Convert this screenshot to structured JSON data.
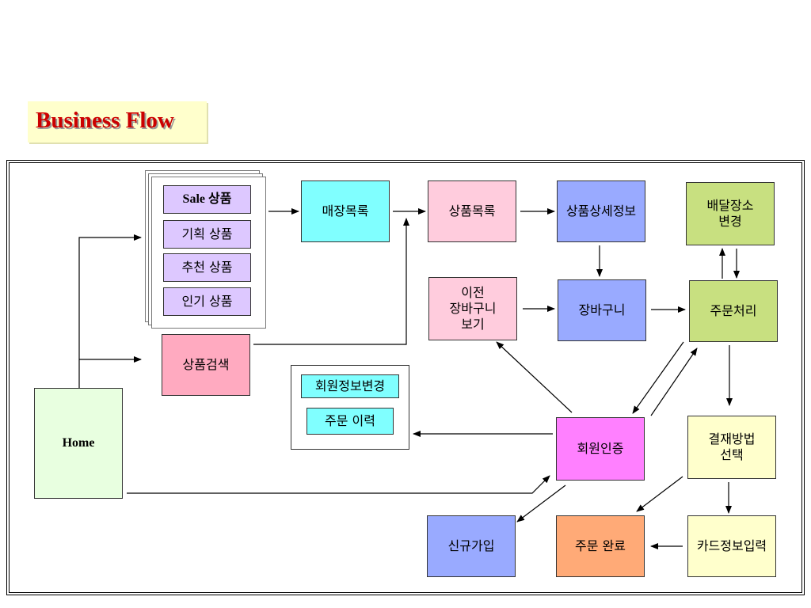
{
  "title": "Business Flow",
  "colors": {
    "title_bg": "#ffffcc",
    "title_text": "#cc0000",
    "lavender": "#ddc8ff",
    "cyan": "#80ffff",
    "pink": "#ffccdd",
    "rose": "#ffaac0",
    "blue": "#99aaff",
    "green": "#c8e080",
    "yellow": "#ffffcc",
    "magenta": "#ff80ff",
    "orange": "#ffaa77",
    "home": "#e8ffe0"
  },
  "nodes": {
    "sale": "Sale 상품",
    "planned": "기획 상품",
    "recommended": "추천 상품",
    "popular": "인기 상품",
    "store_list": "매장목록",
    "product_list": "상품목록",
    "product_detail": "상품상세정보",
    "delivery_change": "배달장소\n변경",
    "prev_cart": "이전\n장바구니\n보기",
    "cart": "장바구니",
    "order_process": "주문처리",
    "product_search": "상품검색",
    "member_info_change": "회원정보변경",
    "order_history": "주문 이력",
    "home": "Home",
    "member_auth": "회원인증",
    "payment_select": "결재방법\n선택",
    "signup": "신규가입",
    "order_complete": "주문 완료",
    "card_input": "카드정보입력"
  }
}
